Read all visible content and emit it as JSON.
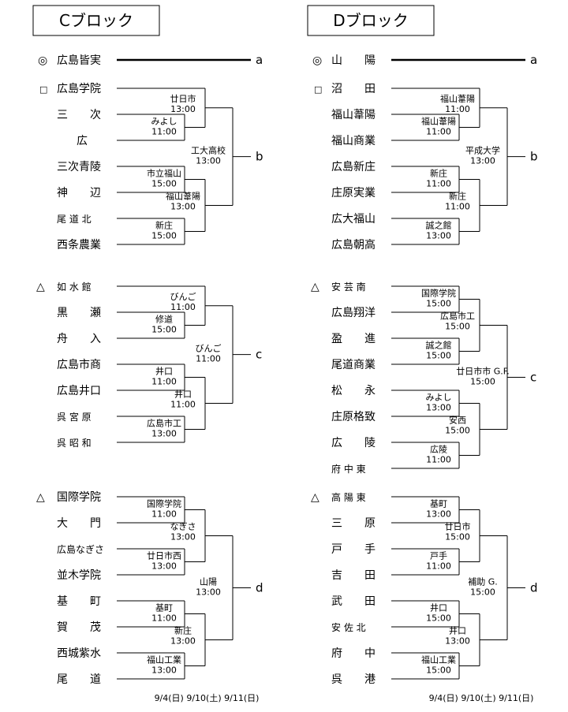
{
  "blocks": [
    {
      "id": "C",
      "title": "Cブロック",
      "footer": "9/4(日)  9/10(土) 9/11(日)",
      "seed": {
        "mark": "◎",
        "name": "広島皆実",
        "slot": "a"
      },
      "groups": [
        {
          "slot": "b",
          "teams": [
            {
              "mark": "□",
              "name": "広島学院"
            },
            {
              "mark": "",
              "name": "三　　次"
            },
            {
              "mark": "",
              "name": "広"
            },
            {
              "mark": "",
              "name": "三次青陵"
            },
            {
              "mark": "",
              "name": "神　　辺"
            },
            {
              "mark": "",
              "name": "尾 道 北"
            },
            {
              "mark": "",
              "name": "西条農業"
            }
          ],
          "r1": [
            {
              "venue": "みよし",
              "time": "11:00"
            },
            {
              "venue": "市立福山",
              "time": "15:00"
            },
            {
              "venue": "新庄",
              "time": "15:00"
            }
          ],
          "r2": [
            {
              "venue": "廿日市",
              "time": "13:00"
            },
            {
              "venue": "福山葦陽",
              "time": "13:00"
            }
          ],
          "final": {
            "venue": "工大高校",
            "time": "13:00"
          }
        },
        {
          "slot": "c",
          "teams": [
            {
              "mark": "△",
              "name": "如 水 館"
            },
            {
              "mark": "",
              "name": "黒　　瀬"
            },
            {
              "mark": "",
              "name": "舟　　入"
            },
            {
              "mark": "",
              "name": "広島市商"
            },
            {
              "mark": "",
              "name": "広島井口"
            },
            {
              "mark": "",
              "name": "呉 宮 原"
            },
            {
              "mark": "",
              "name": "呉 昭 和"
            }
          ],
          "r1": [
            {
              "venue": "修道",
              "time": "15:00"
            },
            {
              "venue": "井口",
              "time": "11:00"
            },
            {
              "venue": "広島市工",
              "time": "13:00"
            }
          ],
          "r2": [
            {
              "venue": "びんご",
              "time": "11:00"
            },
            {
              "venue": "井口",
              "time": "11:00"
            }
          ],
          "final": {
            "venue": "びんご",
            "time": "11:00"
          }
        },
        {
          "slot": "d",
          "teams": [
            {
              "mark": "△",
              "name": "国際学院"
            },
            {
              "mark": "",
              "name": "大　　門"
            },
            {
              "mark": "",
              "name": "広島なぎさ"
            },
            {
              "mark": "",
              "name": "並木学院"
            },
            {
              "mark": "",
              "name": "基　　町"
            },
            {
              "mark": "",
              "name": "賀　　茂"
            },
            {
              "mark": "",
              "name": "西城紫水"
            },
            {
              "mark": "",
              "name": "尾　　道"
            }
          ],
          "r1": [
            {
              "venue": "国際学院",
              "time": "11:00"
            },
            {
              "venue": "廿日市西",
              "time": "13:00"
            },
            {
              "venue": "基町",
              "time": "11:00"
            },
            {
              "venue": "福山工業",
              "time": "13:00"
            }
          ],
          "r2": [
            {
              "venue": "なぎさ",
              "time": "13:00"
            },
            {
              "venue": "新庄",
              "time": "13:00"
            }
          ],
          "final": {
            "venue": "山陽",
            "time": "13:00"
          }
        }
      ]
    },
    {
      "id": "D",
      "title": "Dブロック",
      "footer": "9/4(日)  9/10(土) 9/11(日)",
      "seed": {
        "mark": "◎",
        "name": "山　　陽",
        "slot": "a"
      },
      "groups": [
        {
          "slot": "b",
          "teams": [
            {
              "mark": "□",
              "name": "沼　　田"
            },
            {
              "mark": "",
              "name": "福山葦陽"
            },
            {
              "mark": "",
              "name": "福山商業"
            },
            {
              "mark": "",
              "name": "広島新庄"
            },
            {
              "mark": "",
              "name": "庄原実業"
            },
            {
              "mark": "",
              "name": "広大福山"
            },
            {
              "mark": "",
              "name": "広島朝高"
            }
          ],
          "r1": [
            {
              "venue": "福山葦陽",
              "time": "11:00"
            },
            {
              "venue": "新庄",
              "time": "11:00"
            },
            {
              "venue": "誠之館",
              "time": "13:00"
            }
          ],
          "r2": [
            {
              "venue": "福山葦陽",
              "time": "11:00"
            },
            {
              "venue": "新庄",
              "time": "11:00"
            }
          ],
          "final": {
            "venue": "平成大学",
            "time": "13:00"
          }
        },
        {
          "slot": "c",
          "teams": [
            {
              "mark": "△",
              "name": "安 芸 南"
            },
            {
              "mark": "",
              "name": "広島翔洋"
            },
            {
              "mark": "",
              "name": "盈　　進"
            },
            {
              "mark": "",
              "name": "尾道商業"
            },
            {
              "mark": "",
              "name": "松　　永"
            },
            {
              "mark": "",
              "name": "庄原格致"
            },
            {
              "mark": "",
              "name": "広　　陵"
            },
            {
              "mark": "",
              "name": "府 中 東"
            }
          ],
          "r1": [
            {
              "venue": "国際学院",
              "time": "15:00"
            },
            {
              "venue": "誠之館",
              "time": "15:00"
            },
            {
              "venue": "みよし",
              "time": "13:00"
            },
            {
              "venue": "広陵",
              "time": "11:00"
            }
          ],
          "r2": [
            {
              "venue": "広島市工",
              "time": "15:00"
            },
            {
              "venue": "安西",
              "time": "15:00"
            }
          ],
          "final": {
            "venue": "廿日市市 G.F.",
            "time": "15:00"
          }
        },
        {
          "slot": "d",
          "teams": [
            {
              "mark": "△",
              "name": "高 陽 東"
            },
            {
              "mark": "",
              "name": "三　　原"
            },
            {
              "mark": "",
              "name": "戸　　手"
            },
            {
              "mark": "",
              "name": "吉　　田"
            },
            {
              "mark": "",
              "name": "武　　田"
            },
            {
              "mark": "",
              "name": "安 佐 北"
            },
            {
              "mark": "",
              "name": "府　　中"
            },
            {
              "mark": "",
              "name": "呉　　港"
            }
          ],
          "r1": [
            {
              "venue": "基町",
              "time": "13:00"
            },
            {
              "venue": "戸手",
              "time": "11:00"
            },
            {
              "venue": "井口",
              "time": "15:00"
            },
            {
              "venue": "福山工業",
              "time": "15:00"
            }
          ],
          "r2": [
            {
              "venue": "廿日市",
              "time": "15:00"
            },
            {
              "venue": "井口",
              "time": "13:00"
            }
          ],
          "final": {
            "venue": "補助 G.",
            "time": "15:00"
          }
        }
      ]
    }
  ]
}
